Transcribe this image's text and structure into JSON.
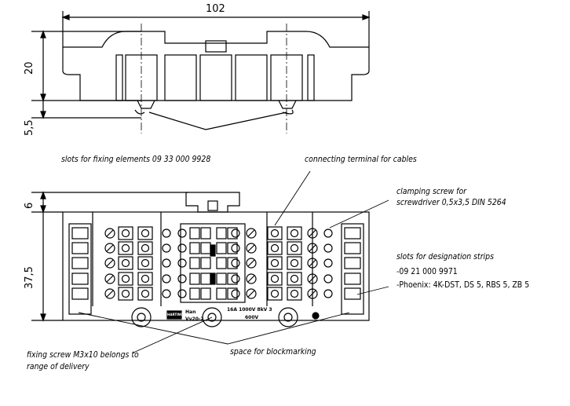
{
  "dimensions": {
    "width": "102",
    "height_top": "20",
    "offset": "5,5",
    "tab": "6",
    "height_front": "37,5"
  },
  "labels": {
    "fixing_slots": "slots for fixing elements 09 33 000 9928",
    "connecting_terminal": "connecting terminal for cables",
    "clamping_screw_1": "clamping screw for",
    "clamping_screw_2": "screwdriver 0,5x3,5 DIN 5264",
    "designation_1": "slots for designation strips",
    "designation_2": "-09 21 000 9971",
    "designation_3": "-Phoenix: 4K-DST, DS 5, RBS 5, ZB 5",
    "fixing_screw_1": "fixing screw M3x10 belongs to",
    "fixing_screw_2": "range of delivery",
    "blockmarking": "space for blockmarking"
  },
  "product": {
    "logo": "HARTING",
    "brand": "Han",
    "model": "Vv20-2",
    "rating": "16A 1000V 8kV 3",
    "ul_voltage": "600V"
  }
}
